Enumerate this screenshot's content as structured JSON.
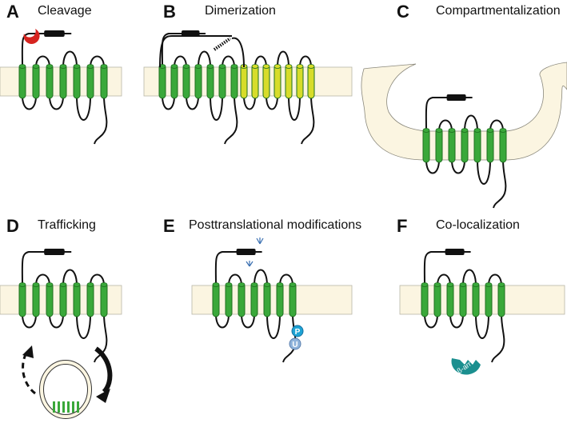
{
  "colors": {
    "membrane": "#fbf5e1",
    "membrane_edge": "#b9b6a8",
    "helix_green": "#3aa83a",
    "helix_green_dark": "#1f6f1f",
    "helix_yellow": "#d7dc2a",
    "loop": "#111111",
    "protease_red": "#d6241f",
    "phospho_blue": "#1ea3d4",
    "ubiquitin_blue": "#8fb3db",
    "arrestin_teal": "#1b8f8f",
    "glycan_blue": "#3a6fb0"
  },
  "panels": [
    {
      "letter": "A",
      "title": "Cleavage"
    },
    {
      "letter": "B",
      "title": "Dimerization"
    },
    {
      "letter": "C",
      "title": "Compartmentalization"
    },
    {
      "letter": "D",
      "title": "Trafficking"
    },
    {
      "letter": "E",
      "title": "Posttranslational modifications"
    },
    {
      "letter": "F",
      "title": "Co-localization"
    }
  ],
  "labels": {
    "phosphorylation": "P",
    "ubiquitination": "U",
    "arrestin": "β-arr"
  }
}
